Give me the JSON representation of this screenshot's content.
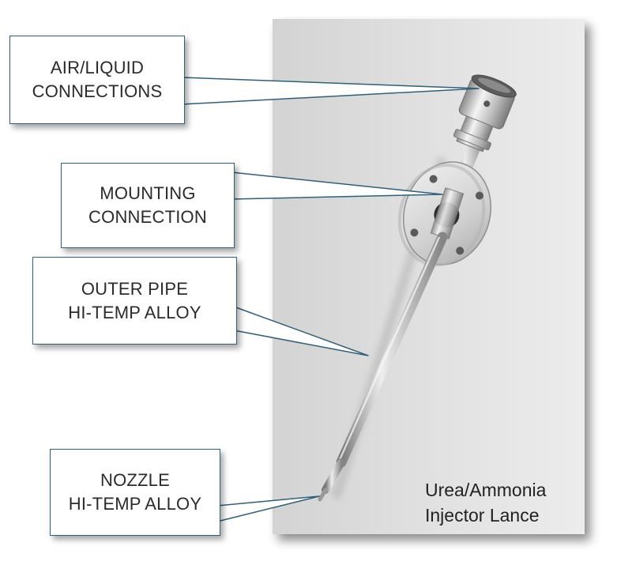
{
  "callouts": {
    "air_liquid": {
      "line1": "AIR/LIQUID",
      "line2": "CONNECTIONS"
    },
    "mounting": {
      "line1": "MOUNTING",
      "line2": "CONNECTION"
    },
    "outer_pipe": {
      "line1": "OUTER PIPE",
      "line2": "HI-TEMP ALLOY"
    },
    "nozzle": {
      "line1": "NOZZLE",
      "line2": "HI-TEMP ALLOY"
    }
  },
  "caption": {
    "line1": "Urea/Ammonia",
    "line2": "Injector Lance"
  },
  "colors": {
    "box_border": "#2f5f7a",
    "background_panel": "#dcdcdc",
    "metal": "#c8c8c8"
  }
}
